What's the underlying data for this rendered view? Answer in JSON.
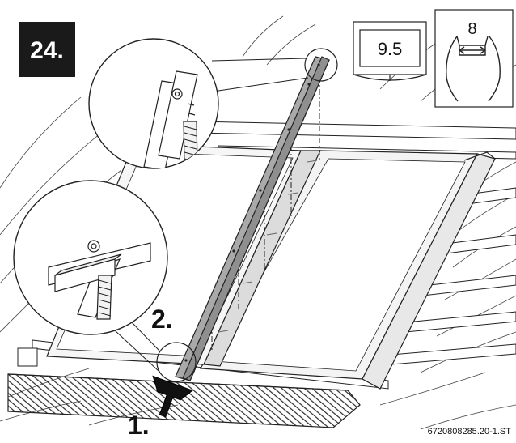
{
  "step_badge": {
    "label": "24."
  },
  "manual_reference": {
    "label": "9.5"
  },
  "wrench_size": {
    "label": "8"
  },
  "callouts": {
    "first": "1.",
    "second": "2."
  },
  "footer": {
    "figure_code": "6720808285.20-1.ST"
  },
  "colors": {
    "badge_bg": "#1a1a1a",
    "badge_text": "#ffffff",
    "line": "#222222",
    "rail_fill": "#a9a9a9",
    "panel_fill": "#f4f4f4",
    "hatch": "#2b2b2b"
  },
  "icons": [
    "manual-book-icon",
    "open-end-wrench-icon",
    "insert-arrow-icon"
  ]
}
